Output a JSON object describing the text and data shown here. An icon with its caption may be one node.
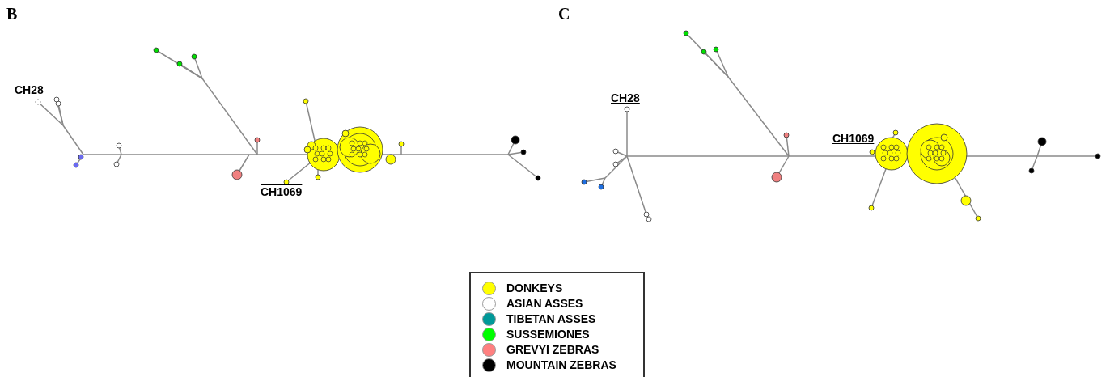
{
  "diagram": {
    "labels": [
      "B",
      "CH28",
      "CH1069",
      "C",
      "CH28",
      "CH1069"
    ],
    "legend": [
      {
        "text": "DONKEYS",
        "color": "#ffff00"
      },
      {
        "text": "ASIAN ASSES",
        "color": "#ffffff"
      },
      {
        "text": "TIBETAN ASSES",
        "color": "#009999"
      },
      {
        "text": "SUSSEMIONES",
        "color": "#00ff00"
      },
      {
        "text": "GREVYI ZEBRAS",
        "color": "#ff8080"
      },
      {
        "text": "MOUNTAIN ZEBRAS",
        "color": "#000000"
      }
    ]
  }
}
